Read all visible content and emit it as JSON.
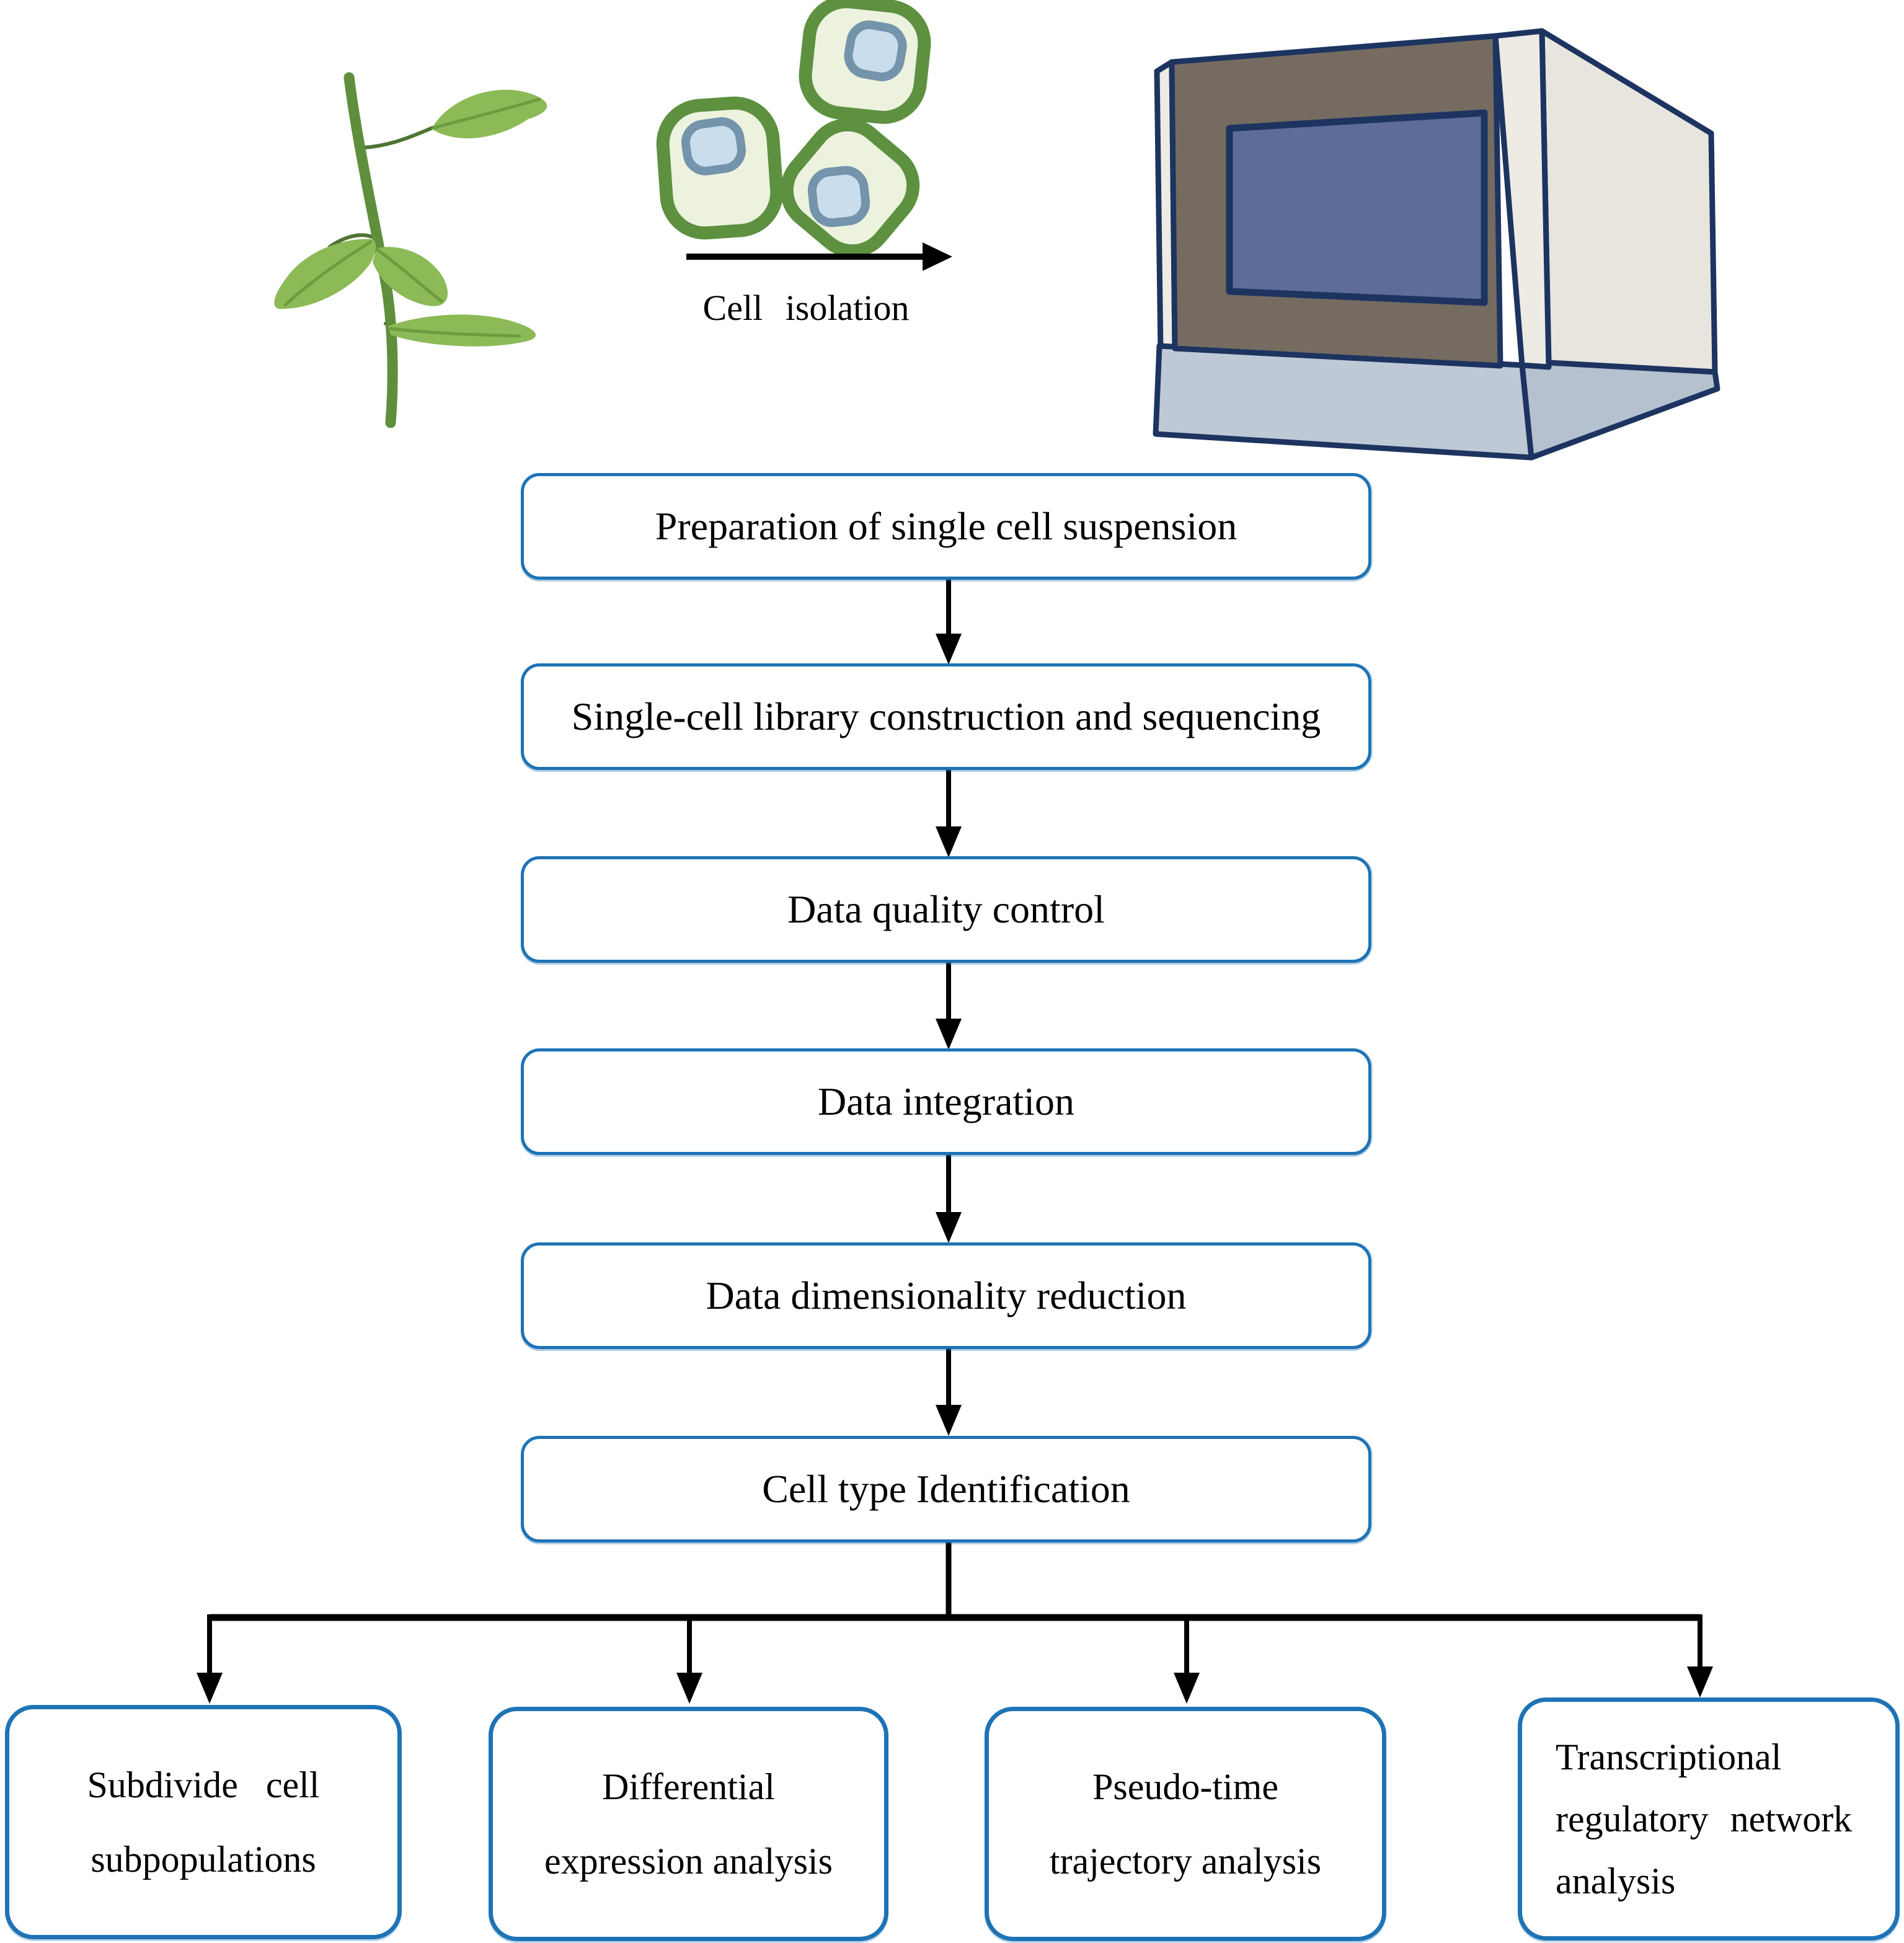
{
  "figure": {
    "cell_isolation_label": "Cell isolation",
    "flow_steps": [
      "Preparation of single cell suspension",
      "Single-cell library construction and sequencing",
      "Data quality control",
      "Data integration",
      "Data dimensionality reduction",
      "Cell type Identification"
    ],
    "branch_boxes": [
      {
        "lines": [
          "Subdivide cell",
          "subpopulations"
        ]
      },
      {
        "lines": [
          "Differential",
          "expression analysis"
        ]
      },
      {
        "lines": [
          "Pseudo-time",
          "trajectory analysis"
        ]
      },
      {
        "lines": [
          "Transcriptional",
          "regulatory network",
          "analysis"
        ]
      }
    ],
    "colors": {
      "box_border": "#1e73b5",
      "arrow": "#000000",
      "cell_wall": "#5d9140",
      "cell_cytoplasm": "#edf2df",
      "nucleus_fill": "#cadded",
      "nucleus_ring": "#7494ab",
      "leaf_green": "#8cba57",
      "leaf_dark": "#6d9c3f",
      "stem_green": "#5f8f3d",
      "petiole": "#4f7433",
      "machine_outline": "#1d3461",
      "machine_front": "#756b60",
      "machine_screen": "#5d6c99",
      "machine_side": "#e7e5dd",
      "machine_strip": "#edebe4",
      "machine_base": "#bfc9d6",
      "machine_base_side": "#b6c1d0"
    }
  }
}
